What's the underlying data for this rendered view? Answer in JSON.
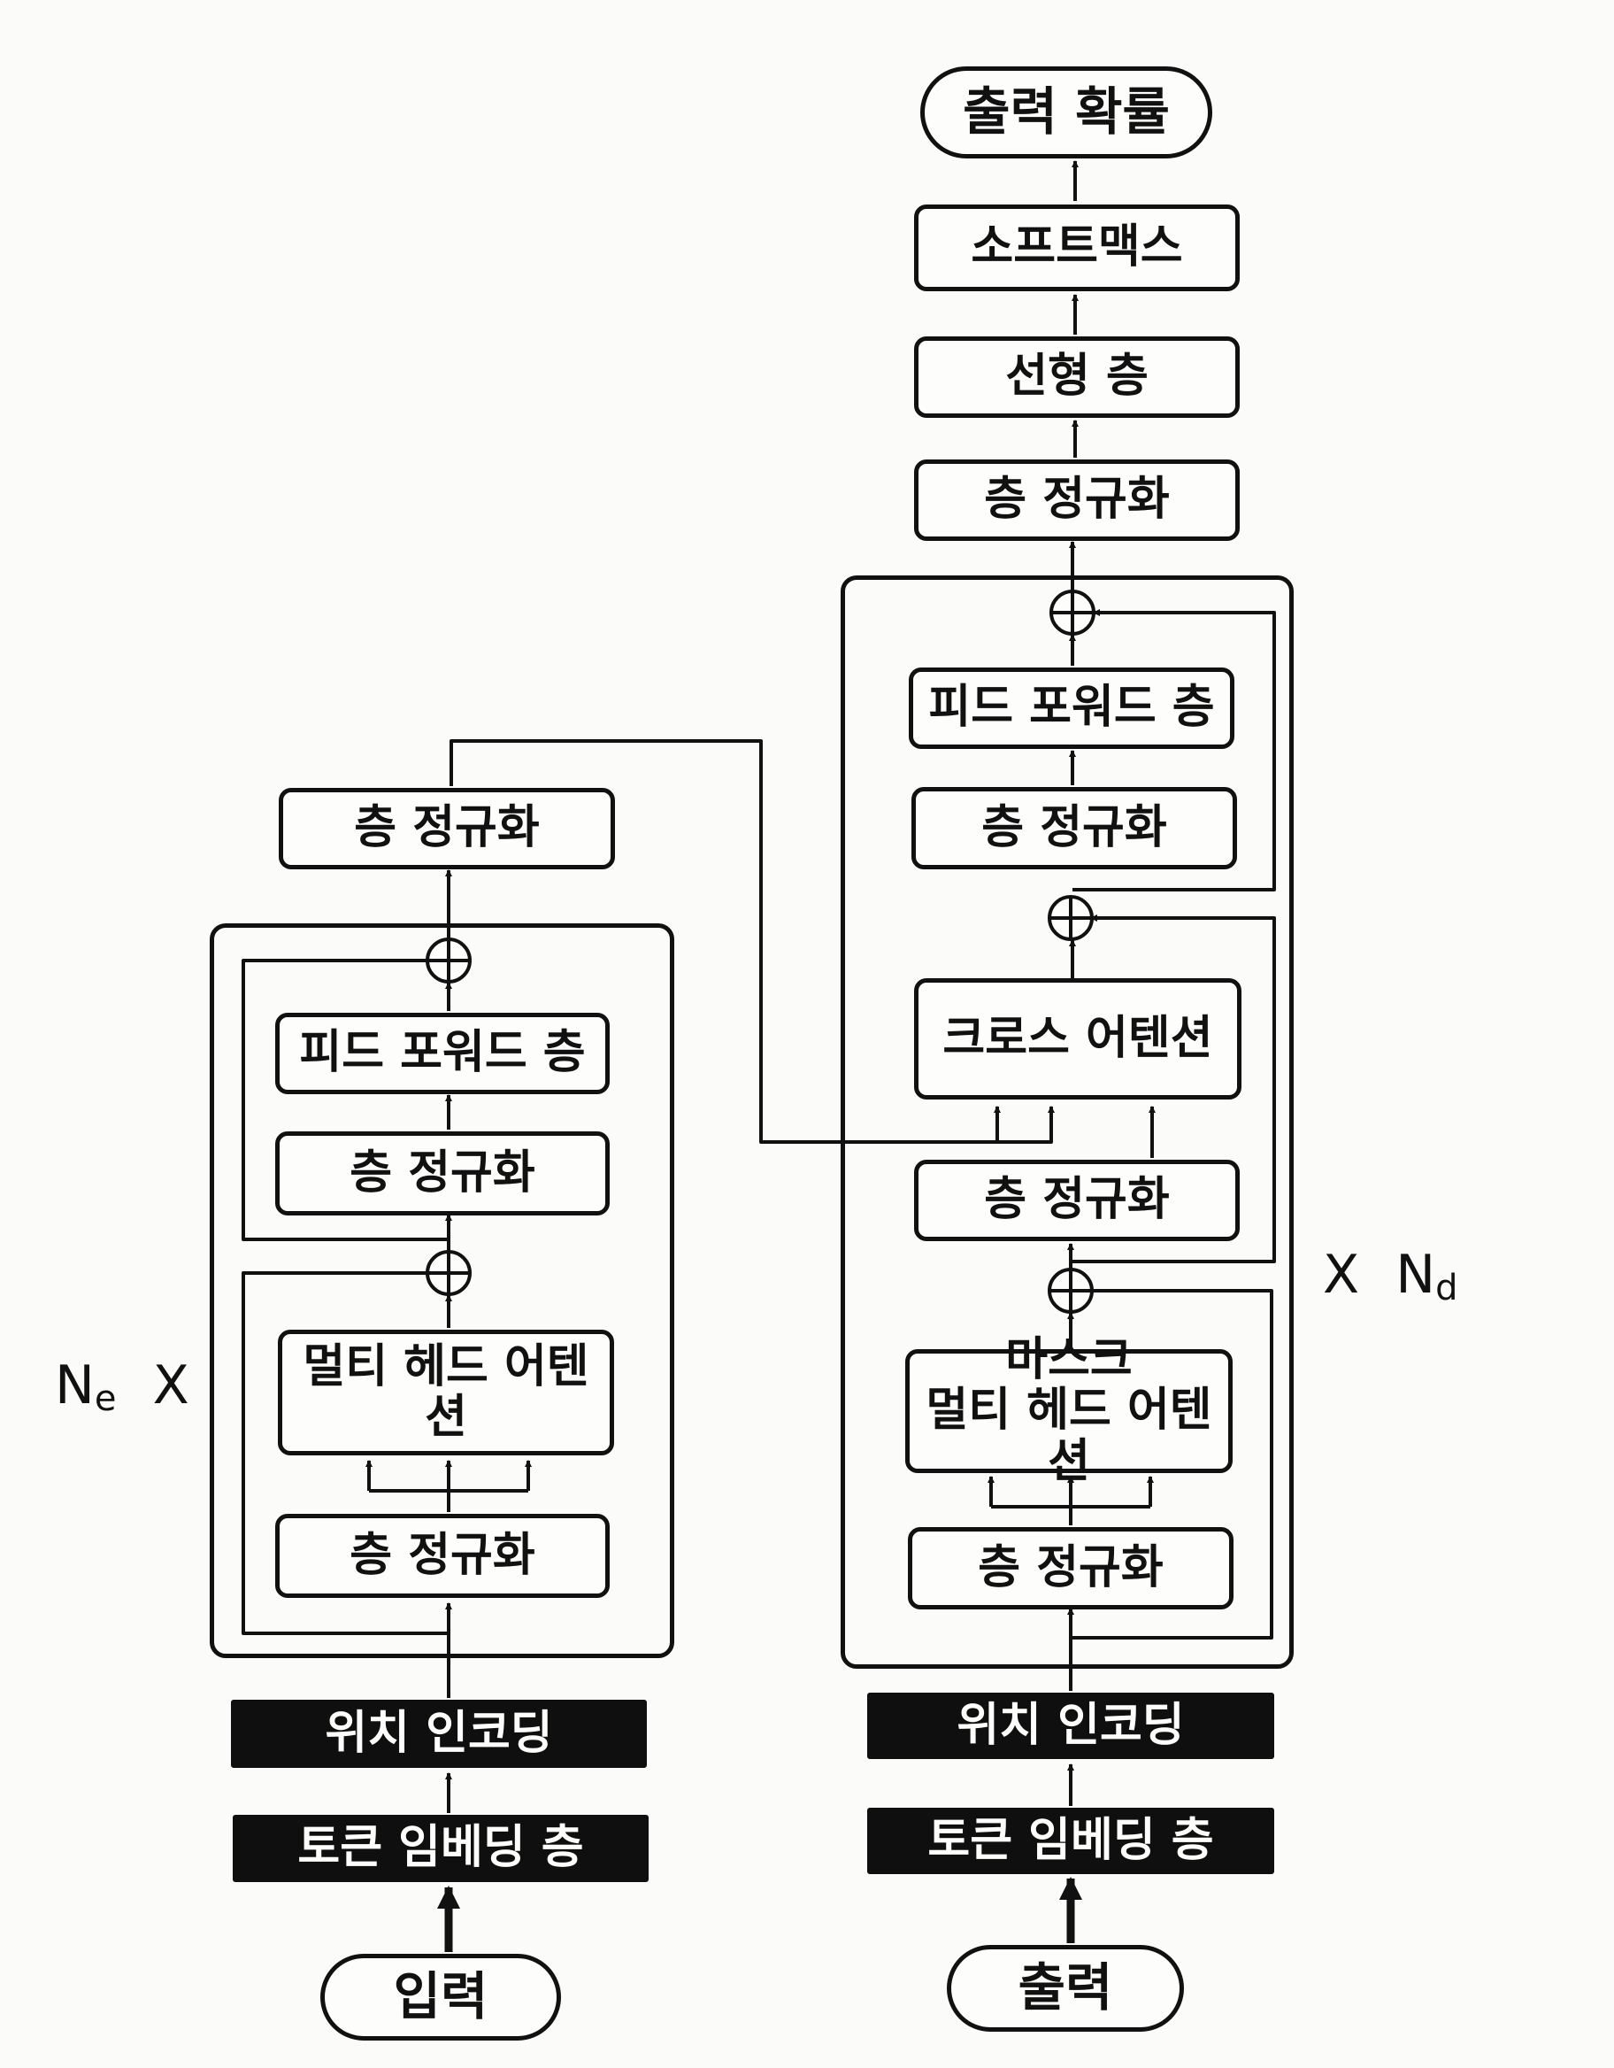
{
  "encoder": {
    "input": "입력",
    "token_embedding": "토큰 임베딩 층",
    "positional_encoding": "위치 인코딩",
    "layer_norm_1": "층 정규화",
    "multi_head_attention": "멀티 헤드 어텐션",
    "layer_norm_2": "층 정규화",
    "feed_forward": "피드 포워드 층",
    "final_layer_norm": "층 정규화",
    "repeat_label": {
      "base": "N",
      "sub": "e",
      "suffix": "X"
    }
  },
  "decoder": {
    "input": "출력",
    "token_embedding": "토큰 임베딩 층",
    "positional_encoding": "위치 인코딩",
    "layer_norm_1": "층 정규화",
    "masked_mha_line1": "마스크",
    "masked_mha_line2": "멀티 헤드 어텐션",
    "layer_norm_2": "층 정규화",
    "cross_attention": "크로스 어텐션",
    "layer_norm_3": "층 정규화",
    "feed_forward": "피드 포워드 층",
    "final_layer_norm": "층 정규화",
    "linear": "선형 층",
    "softmax": "소프트맥스",
    "output_prob": "출력 확률",
    "repeat_label": {
      "prefix": "X",
      "base": "N",
      "sub": "d"
    }
  }
}
